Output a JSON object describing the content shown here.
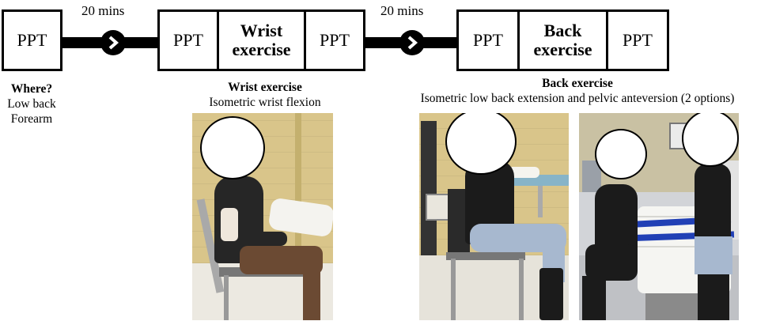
{
  "timeline": {
    "ppt_label": "PPT",
    "interval_label": "20 mins",
    "wrist_box": {
      "line1": "Wrist",
      "line2": "exercise"
    },
    "back_box": {
      "line1": "Back",
      "line2": "exercise"
    }
  },
  "where": {
    "heading": "Where?",
    "sites": [
      "Low back",
      "Forearm"
    ]
  },
  "wrist_section": {
    "title": "Wrist exercise",
    "description": "Isometric wrist flexion"
  },
  "back_section": {
    "title": "Back exercise",
    "description": "Isometric low back extension and pelvic anteversion (2 options)"
  },
  "colors": {
    "wall": "#d9c58a",
    "floor": "#ece9e1",
    "dark_clothing": "#1b1b1b",
    "jeans": "#a7b8cf",
    "strap": "#2140b5"
  }
}
